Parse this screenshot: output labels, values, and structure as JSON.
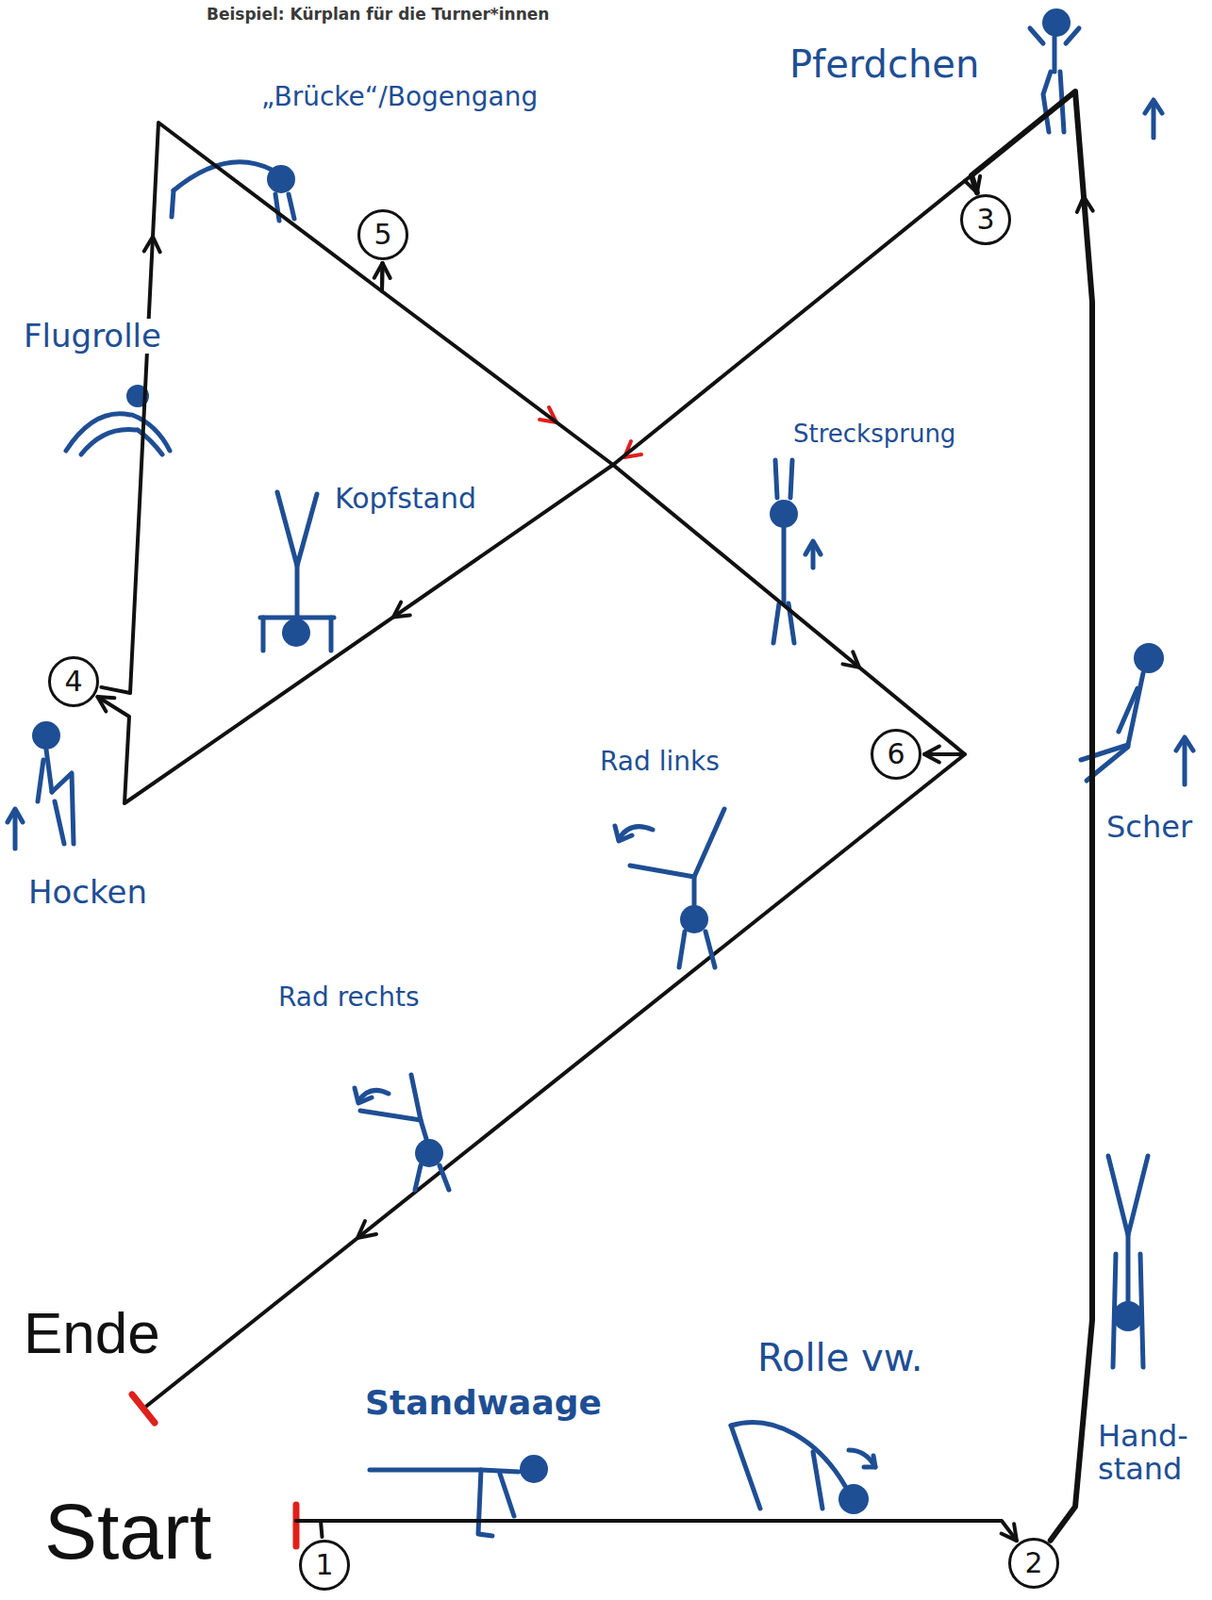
{
  "diagram": {
    "title": "Beispiel: Kürplan für die Turner*innen",
    "nodes": [
      {
        "text": [
          "1"
        ]
      },
      {
        "text": [
          "2"
        ]
      },
      {
        "text": [
          "3"
        ]
      },
      {
        "text": [
          "4"
        ]
      },
      {
        "text": [
          "5"
        ]
      },
      {
        "text": [
          "6"
        ]
      }
    ],
    "edges": [
      {
        "from": 0,
        "to": 1,
        "arrow": "to"
      },
      {
        "from": 1,
        "to": 2,
        "arrow": "to"
      },
      {
        "from": 2,
        "to": 3,
        "arrow": "to"
      },
      {
        "from": 3,
        "to": 4,
        "arrow": "to"
      },
      {
        "from": 4,
        "to": 5,
        "arrow": "to"
      }
    ],
    "labels": [
      "Start",
      "Ende",
      "Standwaage",
      "Rolle vw.",
      "Hand- stand",
      "Scher",
      "Pferdchen",
      "„Brücke“/Bogengang",
      "Flugrolle",
      "Kopfstand",
      "Strecksprung",
      "Hocken",
      "Rad links",
      "Rad rechts"
    ]
  }
}
